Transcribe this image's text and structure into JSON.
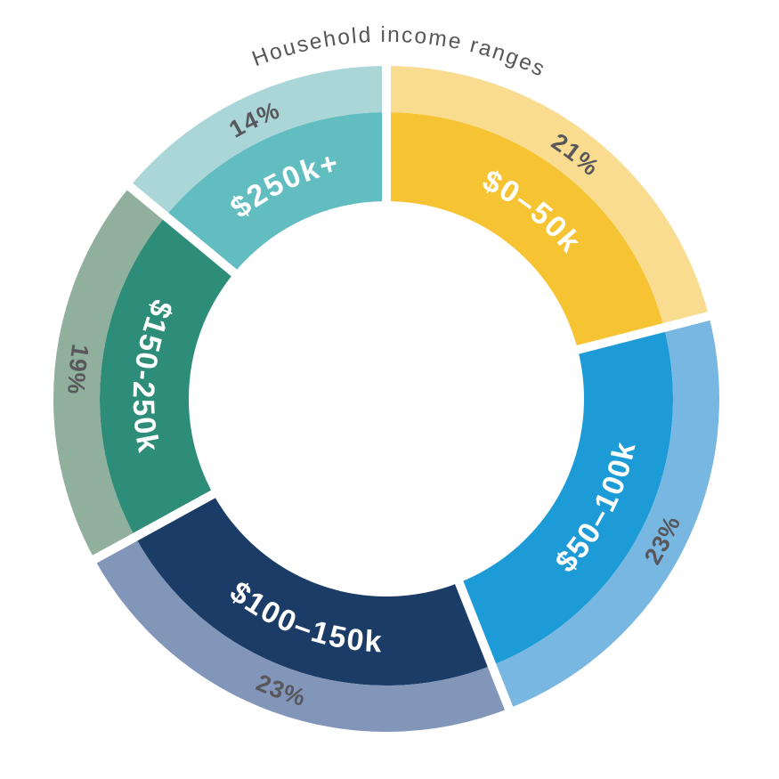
{
  "page": {
    "background_color": "#ffffff"
  },
  "title": {
    "text": "Household income ranges",
    "color": "#56575b"
  },
  "colors": {
    "segment_label_text": "#ffffff",
    "percent_label_text": "#58585c",
    "separator": "#ffffff"
  },
  "chart_data": {
    "type": "pie",
    "subtype": "double-ring-donut",
    "title": "Household income ranges",
    "direction": "clockwise",
    "start_angle_deg": 0,
    "legend_position": "none",
    "labels_on_slices": true,
    "segments": [
      {
        "label": "$0–50k",
        "value_pct": 21,
        "percent_label": "21%",
        "ring_inner_color": "#f6c432",
        "ring_outer_color": "#fadc90"
      },
      {
        "label": "$50–100k",
        "value_pct": 23,
        "percent_label": "23%",
        "ring_inner_color": "#1d9bd7",
        "ring_outer_color": "#79b7e3"
      },
      {
        "label": "$100–150k",
        "value_pct": 23,
        "percent_label": "23%",
        "ring_inner_color": "#1b3c66",
        "ring_outer_color": "#8296ba"
      },
      {
        "label": "$150-250k",
        "value_pct": 19,
        "percent_label": "19%",
        "ring_inner_color": "#2e8d78",
        "ring_outer_color": "#91af9d"
      },
      {
        "label": "$250k+",
        "value_pct": 14,
        "percent_label": "14%",
        "ring_inner_color": "#61bdbf",
        "ring_outer_color": "#abd6d8"
      }
    ]
  }
}
